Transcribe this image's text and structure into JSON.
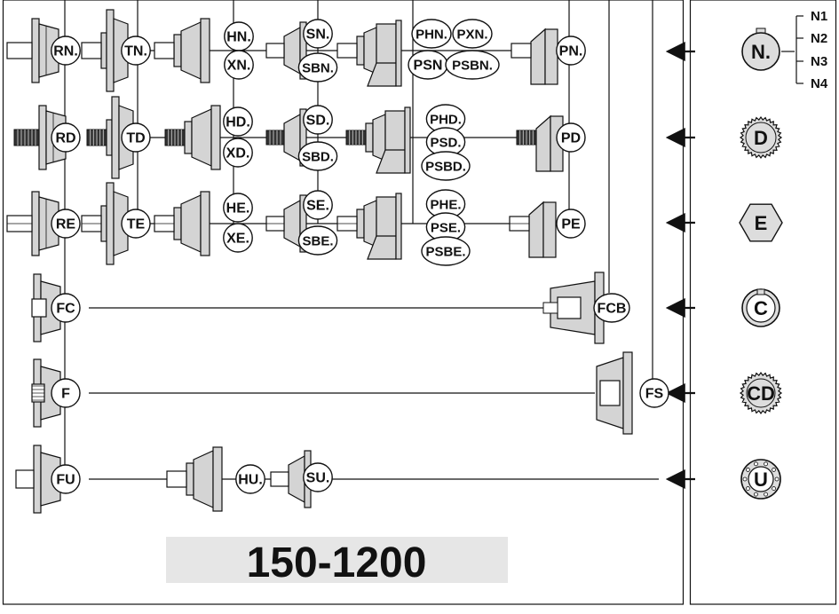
{
  "rows": [
    {
      "components": [
        "RN.",
        "TN.",
        "HN.",
        "XN.",
        "SN.",
        "SBN.",
        "PHN.",
        "PXN.",
        "PSN",
        "PSBN.",
        "PN."
      ],
      "interface": "N."
    },
    {
      "components": [
        "RD",
        "TD",
        "HD.",
        "XD.",
        "SD.",
        "SBD.",
        "PHD.",
        "PSD.",
        "PSBD.",
        "PD"
      ],
      "interface": "D"
    },
    {
      "components": [
        "RE",
        "TE",
        "HE.",
        "XE.",
        "SE.",
        "SBE.",
        "PHE.",
        "PSE.",
        "PSBE.",
        "PE"
      ],
      "interface": "E"
    },
    {
      "components": [
        "FC",
        "FCB"
      ],
      "interface": "C"
    },
    {
      "components": [
        "F",
        "FS"
      ],
      "interface": "CD"
    },
    {
      "components": [
        "FU",
        "HU.",
        "SU."
      ],
      "interface": "U"
    }
  ],
  "n_variants": [
    "N1",
    "N2",
    "N3",
    "N4"
  ],
  "range_label": "150-1200",
  "colors": {
    "part_fill": "#d4d4d4",
    "banner_bg": "#e6e6e6",
    "line": "#111111"
  }
}
